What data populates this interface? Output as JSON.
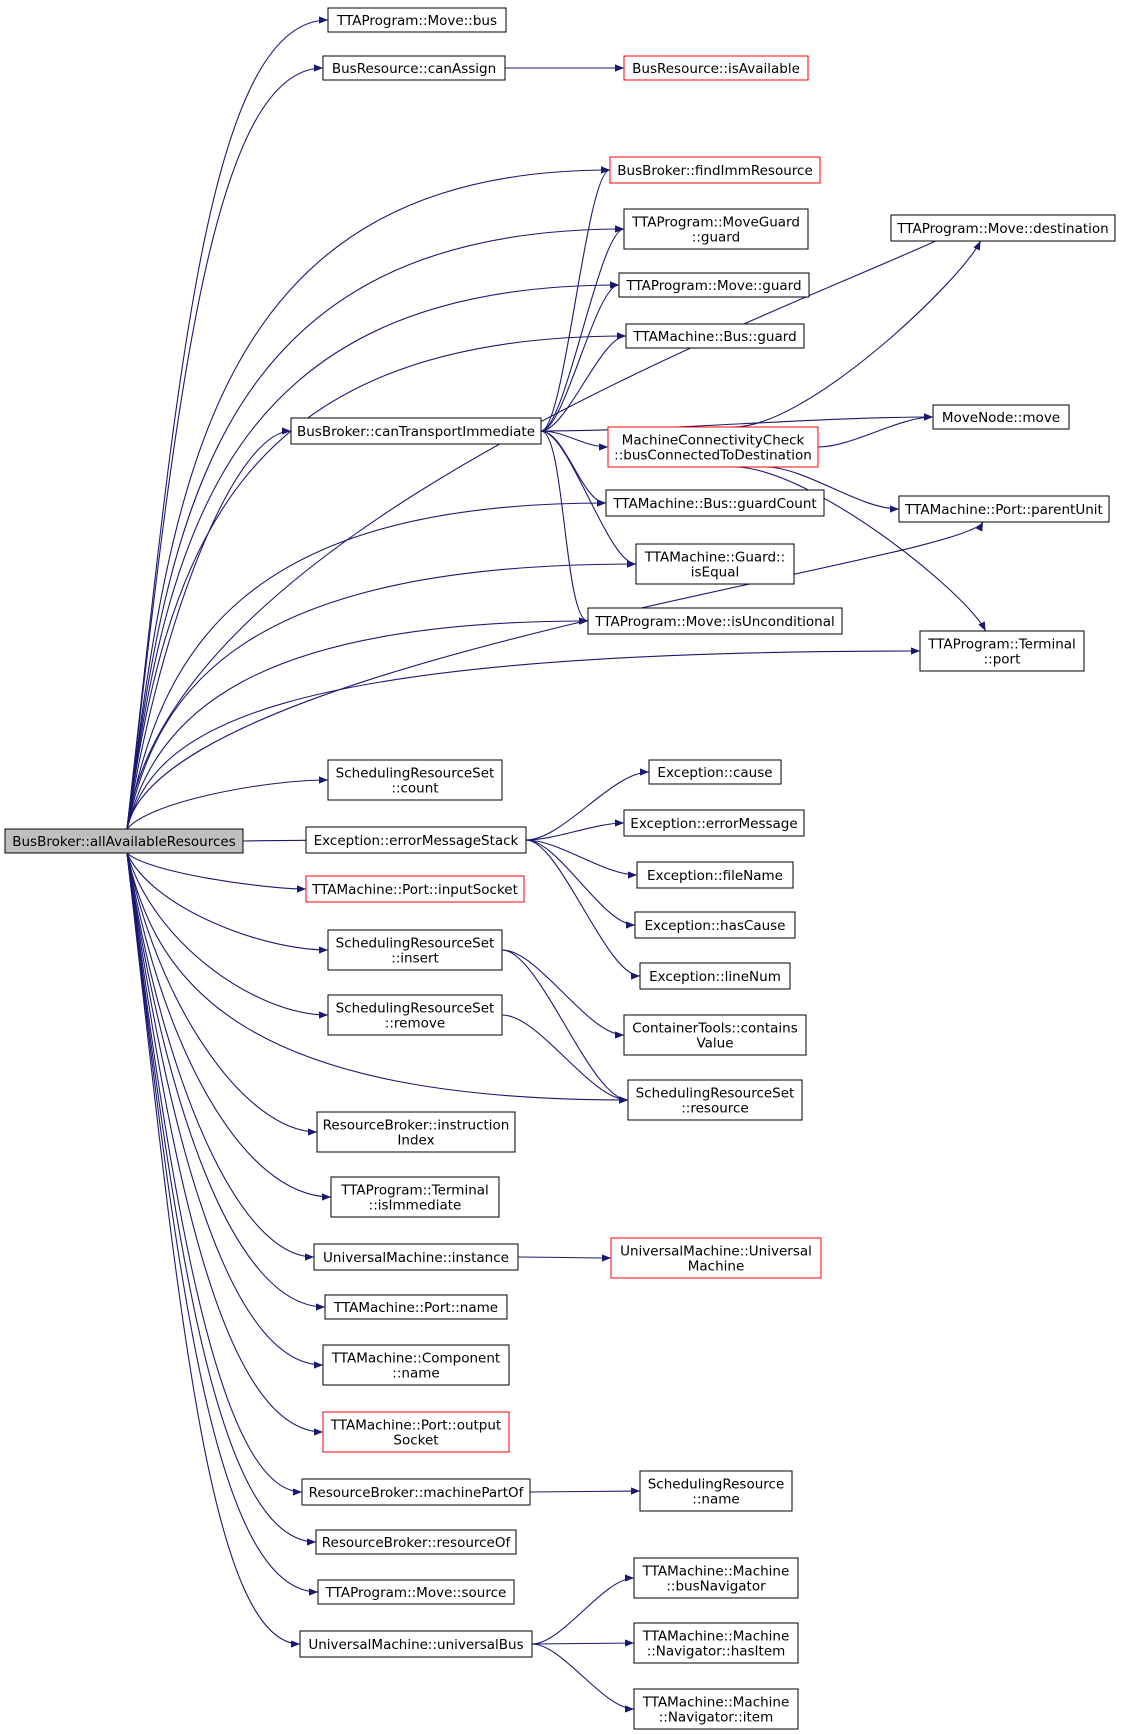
{
  "colors": {
    "edge": "#191970",
    "node_border": "#000000",
    "node_border_highlight": "#ff0000",
    "root_fill": "#bfbfbf",
    "node_fill": "#ffffff"
  },
  "nodes": [
    {
      "id": "root",
      "lines": [
        "BusBroker::allAvailableResources"
      ],
      "style": "root"
    },
    {
      "id": "move_bus",
      "lines": [
        "TTAProgram::Move::bus"
      ],
      "style": "normal"
    },
    {
      "id": "busres_canassign",
      "lines": [
        "BusResource::canAssign"
      ],
      "style": "normal"
    },
    {
      "id": "busres_isavailable",
      "lines": [
        "BusResource::isAvailable"
      ],
      "style": "red"
    },
    {
      "id": "findimm",
      "lines": [
        "BusBroker::findImmResource"
      ],
      "style": "red"
    },
    {
      "id": "moveguard_guard",
      "lines": [
        "TTAProgram::MoveGuard",
        "::guard"
      ],
      "style": "normal"
    },
    {
      "id": "move_destination",
      "lines": [
        "TTAProgram::Move::destination"
      ],
      "style": "normal"
    },
    {
      "id": "move_guard",
      "lines": [
        "TTAProgram::Move::guard"
      ],
      "style": "normal"
    },
    {
      "id": "bus_guard",
      "lines": [
        "TTAMachine::Bus::guard"
      ],
      "style": "normal"
    },
    {
      "id": "cantransport",
      "lines": [
        "BusBroker::canTransportImmediate"
      ],
      "style": "normal"
    },
    {
      "id": "movenode_move",
      "lines": [
        "MoveNode::move"
      ],
      "style": "normal"
    },
    {
      "id": "mcc_bus",
      "lines": [
        "MachineConnectivityCheck",
        "::busConnectedToDestination"
      ],
      "style": "red"
    },
    {
      "id": "bus_guardcount",
      "lines": [
        "TTAMachine::Bus::guardCount"
      ],
      "style": "normal"
    },
    {
      "id": "port_parentunit",
      "lines": [
        "TTAMachine::Port::parentUnit"
      ],
      "style": "normal"
    },
    {
      "id": "guard_isequal",
      "lines": [
        "TTAMachine::Guard::",
        "isEqual"
      ],
      "style": "normal"
    },
    {
      "id": "move_isuncond",
      "lines": [
        "TTAProgram::Move::isUnconditional"
      ],
      "style": "normal"
    },
    {
      "id": "terminal_port",
      "lines": [
        "TTAProgram::Terminal",
        "::port"
      ],
      "style": "normal"
    },
    {
      "id": "srs_count",
      "lines": [
        "SchedulingResourceSet",
        "::count"
      ],
      "style": "normal"
    },
    {
      "id": "exc_cause",
      "lines": [
        "Exception::cause"
      ],
      "style": "normal"
    },
    {
      "id": "exc_errstack",
      "lines": [
        "Exception::errorMessageStack"
      ],
      "style": "normal"
    },
    {
      "id": "exc_errmsg",
      "lines": [
        "Exception::errorMessage"
      ],
      "style": "normal"
    },
    {
      "id": "port_inputsocket",
      "lines": [
        "TTAMachine::Port::inputSocket"
      ],
      "style": "red"
    },
    {
      "id": "exc_filename",
      "lines": [
        "Exception::fileName"
      ],
      "style": "normal"
    },
    {
      "id": "exc_hascause",
      "lines": [
        "Exception::hasCause"
      ],
      "style": "normal"
    },
    {
      "id": "srs_insert",
      "lines": [
        "SchedulingResourceSet",
        "::insert"
      ],
      "style": "normal"
    },
    {
      "id": "exc_linenum",
      "lines": [
        "Exception::lineNum"
      ],
      "style": "normal"
    },
    {
      "id": "srs_remove",
      "lines": [
        "SchedulingResourceSet",
        "::remove"
      ],
      "style": "normal"
    },
    {
      "id": "ct_contains",
      "lines": [
        "ContainerTools::contains",
        "Value"
      ],
      "style": "normal"
    },
    {
      "id": "srs_resource",
      "lines": [
        "SchedulingResourceSet",
        "::resource"
      ],
      "style": "normal"
    },
    {
      "id": "rb_instrindex",
      "lines": [
        "ResourceBroker::instruction",
        "Index"
      ],
      "style": "normal"
    },
    {
      "id": "terminal_isimm",
      "lines": [
        "TTAProgram::Terminal",
        "::isImmediate"
      ],
      "style": "normal"
    },
    {
      "id": "um_instance",
      "lines": [
        "UniversalMachine::instance"
      ],
      "style": "normal"
    },
    {
      "id": "um_universal",
      "lines": [
        "UniversalMachine::Universal",
        "Machine"
      ],
      "style": "red"
    },
    {
      "id": "port_name",
      "lines": [
        "TTAMachine::Port::name"
      ],
      "style": "normal"
    },
    {
      "id": "comp_name",
      "lines": [
        "TTAMachine::Component",
        "::name"
      ],
      "style": "normal"
    },
    {
      "id": "port_outsocket",
      "lines": [
        "TTAMachine::Port::output",
        "Socket"
      ],
      "style": "red"
    },
    {
      "id": "rb_machinepart",
      "lines": [
        "ResourceBroker::machinePartOf"
      ],
      "style": "normal"
    },
    {
      "id": "sr_name",
      "lines": [
        "SchedulingResource",
        "::name"
      ],
      "style": "normal"
    },
    {
      "id": "rb_resourceof",
      "lines": [
        "ResourceBroker::resourceOf"
      ],
      "style": "normal"
    },
    {
      "id": "move_source",
      "lines": [
        "TTAProgram::Move::source"
      ],
      "style": "normal"
    },
    {
      "id": "machine_busnav",
      "lines": [
        "TTAMachine::Machine",
        "::busNavigator"
      ],
      "style": "normal"
    },
    {
      "id": "um_universalbus",
      "lines": [
        "UniversalMachine::universalBus"
      ],
      "style": "normal"
    },
    {
      "id": "nav_hasitem",
      "lines": [
        "TTAMachine::Machine",
        "::Navigator::hasItem"
      ],
      "style": "normal"
    },
    {
      "id": "nav_item",
      "lines": [
        "TTAMachine::Machine",
        "::Navigator::item"
      ],
      "style": "normal"
    }
  ],
  "edges": [
    [
      "root",
      "move_bus"
    ],
    [
      "root",
      "busres_canassign"
    ],
    [
      "root",
      "move_destination"
    ],
    [
      "root",
      "findimm"
    ],
    [
      "root",
      "moveguard_guard"
    ],
    [
      "root",
      "move_guard"
    ],
    [
      "root",
      "bus_guard"
    ],
    [
      "root",
      "cantransport"
    ],
    [
      "root",
      "bus_guardcount"
    ],
    [
      "root",
      "guard_isequal"
    ],
    [
      "root",
      "move_isuncond"
    ],
    [
      "root",
      "port_parentunit"
    ],
    [
      "root",
      "terminal_port"
    ],
    [
      "root",
      "srs_count"
    ],
    [
      "root",
      "exc_errstack"
    ],
    [
      "root",
      "port_inputsocket"
    ],
    [
      "root",
      "srs_insert"
    ],
    [
      "root",
      "srs_remove"
    ],
    [
      "root",
      "srs_resource"
    ],
    [
      "root",
      "rb_instrindex"
    ],
    [
      "root",
      "terminal_isimm"
    ],
    [
      "root",
      "um_instance"
    ],
    [
      "root",
      "port_name"
    ],
    [
      "root",
      "comp_name"
    ],
    [
      "root",
      "port_outsocket"
    ],
    [
      "root",
      "rb_machinepart"
    ],
    [
      "root",
      "rb_resourceof"
    ],
    [
      "root",
      "move_source"
    ],
    [
      "root",
      "um_universalbus"
    ],
    [
      "busres_canassign",
      "busres_isavailable"
    ],
    [
      "cantransport",
      "findimm"
    ],
    [
      "cantransport",
      "moveguard_guard"
    ],
    [
      "cantransport",
      "move_guard"
    ],
    [
      "cantransport",
      "bus_guard"
    ],
    [
      "cantransport",
      "movenode_move"
    ],
    [
      "cantransport",
      "mcc_bus"
    ],
    [
      "cantransport",
      "bus_guardcount"
    ],
    [
      "cantransport",
      "guard_isequal"
    ],
    [
      "cantransport",
      "move_isuncond"
    ],
    [
      "mcc_bus",
      "move_destination"
    ],
    [
      "mcc_bus",
      "movenode_move"
    ],
    [
      "mcc_bus",
      "port_parentunit"
    ],
    [
      "mcc_bus",
      "terminal_port"
    ],
    [
      "exc_errstack",
      "exc_cause"
    ],
    [
      "exc_errstack",
      "exc_errmsg"
    ],
    [
      "exc_errstack",
      "exc_filename"
    ],
    [
      "exc_errstack",
      "exc_hascause"
    ],
    [
      "exc_errstack",
      "exc_linenum"
    ],
    [
      "srs_insert",
      "ct_contains"
    ],
    [
      "srs_insert",
      "srs_resource"
    ],
    [
      "srs_remove",
      "srs_resource"
    ],
    [
      "um_instance",
      "um_universal"
    ],
    [
      "rb_machinepart",
      "sr_name"
    ],
    [
      "um_universalbus",
      "machine_busnav"
    ],
    [
      "um_universalbus",
      "nav_hasitem"
    ],
    [
      "um_universalbus",
      "nav_item"
    ]
  ]
}
